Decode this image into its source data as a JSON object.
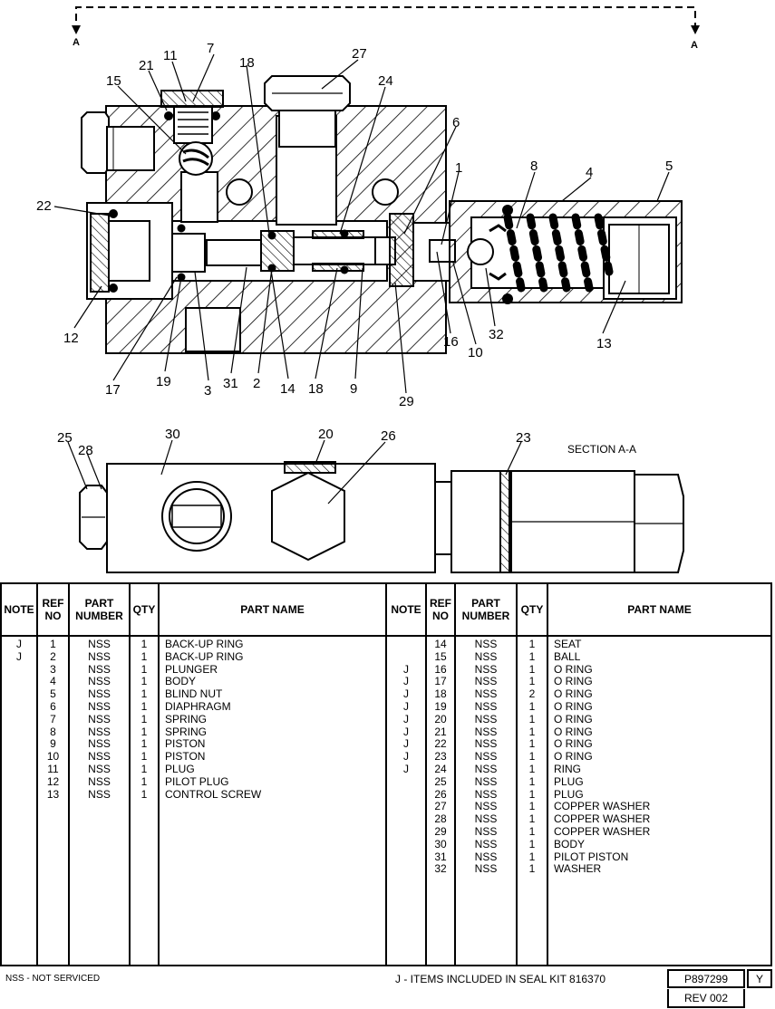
{
  "drawing": {
    "section_marks": [
      "A",
      "A"
    ],
    "section_title": "SECTION A-A",
    "callouts": [
      {
        "id": "c7",
        "text": "7"
      },
      {
        "id": "c11",
        "text": "11"
      },
      {
        "id": "c21",
        "text": "21"
      },
      {
        "id": "c15",
        "text": "15"
      },
      {
        "id": "c18a",
        "text": "18"
      },
      {
        "id": "c27",
        "text": "27"
      },
      {
        "id": "c24",
        "text": "24"
      },
      {
        "id": "c6",
        "text": "6"
      },
      {
        "id": "c1",
        "text": "1"
      },
      {
        "id": "c8",
        "text": "8"
      },
      {
        "id": "c4",
        "text": "4"
      },
      {
        "id": "c5",
        "text": "5"
      },
      {
        "id": "c22",
        "text": "22"
      },
      {
        "id": "c12",
        "text": "12"
      },
      {
        "id": "c17",
        "text": "17"
      },
      {
        "id": "c19",
        "text": "19"
      },
      {
        "id": "c3",
        "text": "3"
      },
      {
        "id": "c31",
        "text": "31"
      },
      {
        "id": "c2",
        "text": "2"
      },
      {
        "id": "c14",
        "text": "14"
      },
      {
        "id": "c18b",
        "text": "18"
      },
      {
        "id": "c9",
        "text": "9"
      },
      {
        "id": "c29",
        "text": "29"
      },
      {
        "id": "c16",
        "text": "16"
      },
      {
        "id": "c10",
        "text": "10"
      },
      {
        "id": "c32",
        "text": "32"
      },
      {
        "id": "c13",
        "text": "13"
      },
      {
        "id": "c25",
        "text": "25"
      },
      {
        "id": "c28",
        "text": "28"
      },
      {
        "id": "c30",
        "text": "30"
      },
      {
        "id": "c20",
        "text": "20"
      },
      {
        "id": "c26",
        "text": "26"
      },
      {
        "id": "c23",
        "text": "23"
      }
    ]
  },
  "table": {
    "headers": {
      "note": "NOTE",
      "ref_no": [
        "REF",
        "NO"
      ],
      "part_number": [
        "PART",
        "NUMBER"
      ],
      "qty": "QTY",
      "part_name": "PART NAME"
    },
    "left_rows": [
      {
        "note": "J",
        "ref": "1",
        "part": "NSS",
        "qty": "1",
        "name": "BACK-UP RING"
      },
      {
        "note": "J",
        "ref": "2",
        "part": "NSS",
        "qty": "1",
        "name": "BACK-UP RING"
      },
      {
        "note": "",
        "ref": "3",
        "part": "NSS",
        "qty": "1",
        "name": "PLUNGER"
      },
      {
        "note": "",
        "ref": "4",
        "part": "NSS",
        "qty": "1",
        "name": "BODY"
      },
      {
        "note": "",
        "ref": "5",
        "part": "NSS",
        "qty": "1",
        "name": "BLIND NUT"
      },
      {
        "note": "",
        "ref": "6",
        "part": "NSS",
        "qty": "1",
        "name": "DIAPHRAGM"
      },
      {
        "note": "",
        "ref": "7",
        "part": "NSS",
        "qty": "1",
        "name": "SPRING"
      },
      {
        "note": "",
        "ref": "8",
        "part": "NSS",
        "qty": "1",
        "name": "SPRING"
      },
      {
        "note": "",
        "ref": "9",
        "part": "NSS",
        "qty": "1",
        "name": "PISTON"
      },
      {
        "note": "",
        "ref": "10",
        "part": "NSS",
        "qty": "1",
        "name": "PISTON"
      },
      {
        "note": "",
        "ref": "11",
        "part": "NSS",
        "qty": "1",
        "name": "PLUG"
      },
      {
        "note": "",
        "ref": "12",
        "part": "NSS",
        "qty": "1",
        "name": "PILOT PLUG"
      },
      {
        "note": "",
        "ref": "13",
        "part": "NSS",
        "qty": "1",
        "name": "CONTROL SCREW"
      }
    ],
    "right_rows": [
      {
        "note": "",
        "ref": "14",
        "part": "NSS",
        "qty": "1",
        "name": "SEAT"
      },
      {
        "note": "",
        "ref": "15",
        "part": "NSS",
        "qty": "1",
        "name": "BALL"
      },
      {
        "note": "J",
        "ref": "16",
        "part": "NSS",
        "qty": "1",
        "name": "O RING"
      },
      {
        "note": "J",
        "ref": "17",
        "part": "NSS",
        "qty": "1",
        "name": "O RING"
      },
      {
        "note": "J",
        "ref": "18",
        "part": "NSS",
        "qty": "2",
        "name": "O RING"
      },
      {
        "note": "J",
        "ref": "19",
        "part": "NSS",
        "qty": "1",
        "name": "O RING"
      },
      {
        "note": "J",
        "ref": "20",
        "part": "NSS",
        "qty": "1",
        "name": "O RING"
      },
      {
        "note": "J",
        "ref": "21",
        "part": "NSS",
        "qty": "1",
        "name": "O RING"
      },
      {
        "note": "J",
        "ref": "22",
        "part": "NSS",
        "qty": "1",
        "name": "O RING"
      },
      {
        "note": "J",
        "ref": "23",
        "part": "NSS",
        "qty": "1",
        "name": "O RING"
      },
      {
        "note": "J",
        "ref": "24",
        "part": "NSS",
        "qty": "1",
        "name": "RING"
      },
      {
        "note": "",
        "ref": "25",
        "part": "NSS",
        "qty": "1",
        "name": "PLUG"
      },
      {
        "note": "",
        "ref": "26",
        "part": "NSS",
        "qty": "1",
        "name": "PLUG"
      },
      {
        "note": "",
        "ref": "27",
        "part": "NSS",
        "qty": "1",
        "name": "COPPER WASHER"
      },
      {
        "note": "",
        "ref": "28",
        "part": "NSS",
        "qty": "1",
        "name": "COPPER WASHER"
      },
      {
        "note": "",
        "ref": "29",
        "part": "NSS",
        "qty": "1",
        "name": "COPPER WASHER"
      },
      {
        "note": "",
        "ref": "30",
        "part": "NSS",
        "qty": "1",
        "name": "BODY"
      },
      {
        "note": "",
        "ref": "31",
        "part": "NSS",
        "qty": "1",
        "name": "PILOT PISTON"
      },
      {
        "note": "",
        "ref": "32",
        "part": "NSS",
        "qty": "1",
        "name": "WASHER"
      }
    ]
  },
  "footer": {
    "nss_note": "NSS - NOT SERVICED",
    "kit_note": "J - ITEMS INCLUDED IN SEAL KIT 816370",
    "drawing_number": "P897299",
    "rev_letter": "Y",
    "revision": "REV 002"
  }
}
